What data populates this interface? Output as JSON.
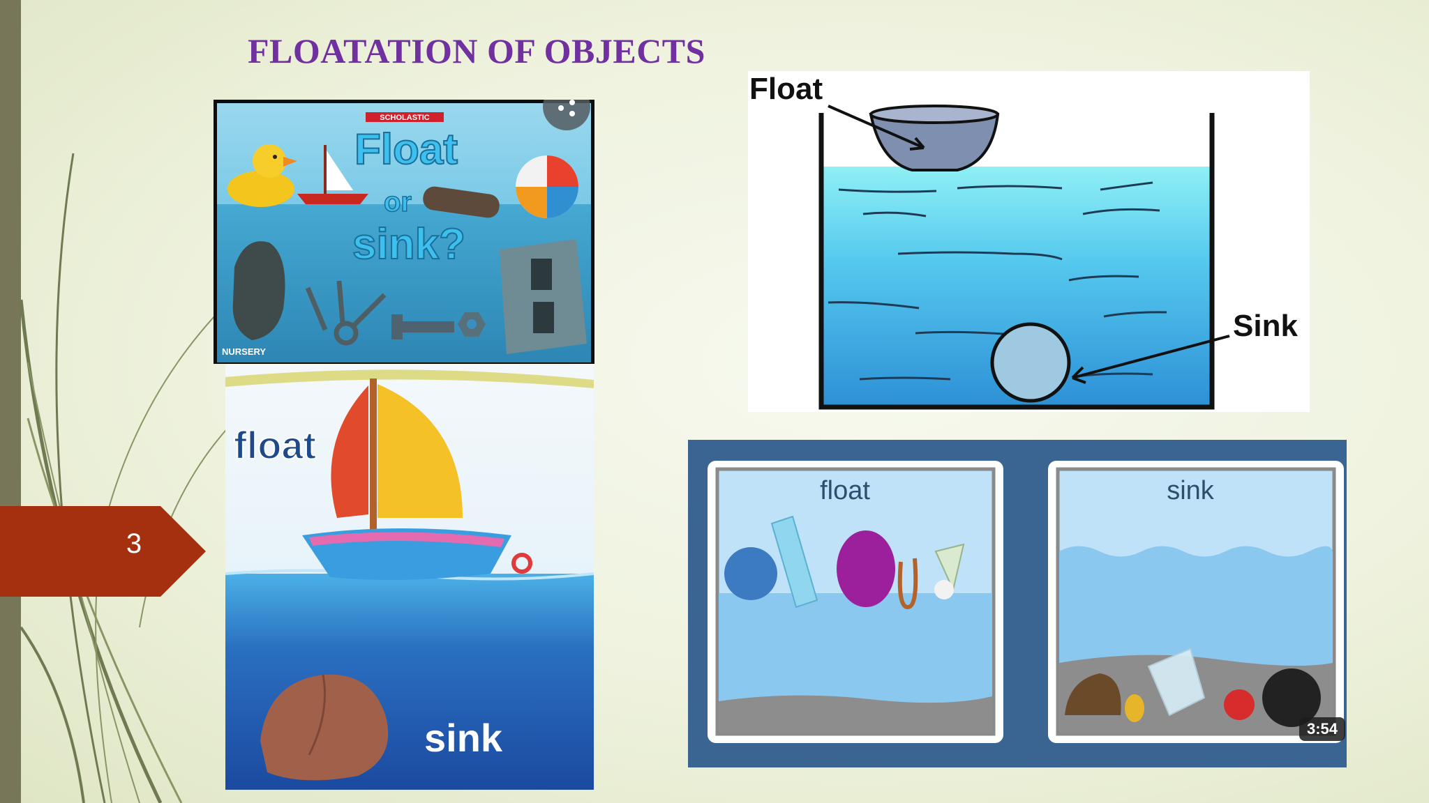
{
  "slide": {
    "title": "FLOATATION OF OBJECTS",
    "page_number": "3",
    "colors": {
      "title": "#7030a0",
      "page_tab": "#a5300f",
      "left_band": "#787658",
      "background": "#eef2dd"
    }
  },
  "book_cover": {
    "publisher": "SCHOLASTIC",
    "title_line1": "Float",
    "title_line2": "or",
    "title_line3": "sink?",
    "series": "NURSERY",
    "icon": "share-icon"
  },
  "boat_picture": {
    "float_label": "float",
    "sink_label": "sink"
  },
  "beaker_diagram": {
    "float_label": "Float",
    "sink_label": "Sink"
  },
  "video_thumbnail": {
    "float_panel_label": "float",
    "sink_panel_label": "sink",
    "duration": "3:54"
  }
}
